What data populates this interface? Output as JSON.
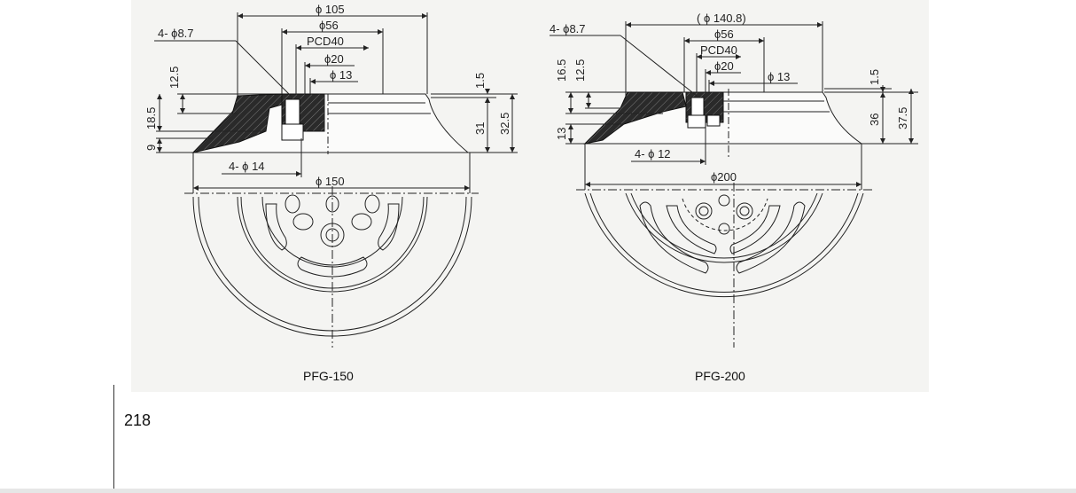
{
  "page_number": "218",
  "colors": {
    "line": "#222222",
    "panel": "#f4f4f2",
    "hatch": "#2a2a2a"
  },
  "pfg150": {
    "caption": "PFG-150",
    "dims": {
      "d105": "ϕ 105",
      "d56": "ϕ56",
      "pcd": "PCD40",
      "d20": "ϕ20",
      "d13": "ϕ 13",
      "holes_top": "4- ϕ8.7",
      "h12_5": "12.5",
      "h18_5": "18.5",
      "h9": "9",
      "h1_5": "1.5",
      "h31": "31",
      "h32_5": "32.5",
      "holes_bottom": "4- ϕ 14",
      "d150": "ϕ 150"
    }
  },
  "pfg200": {
    "caption": "PFG-200",
    "dims": {
      "d140_8": "( ϕ 140.8)",
      "d56": "ϕ56",
      "pcd": "PCD40",
      "d20": "ϕ20",
      "d13": "ϕ 13",
      "holes_top": "4- ϕ8.7",
      "h16_5": "16.5",
      "h12_5": "12.5",
      "h13": "13",
      "h1_5": "1.5",
      "h36": "36",
      "h37_5": "37.5",
      "holes_bottom": "4- ϕ 12",
      "d200": "ϕ200"
    }
  }
}
